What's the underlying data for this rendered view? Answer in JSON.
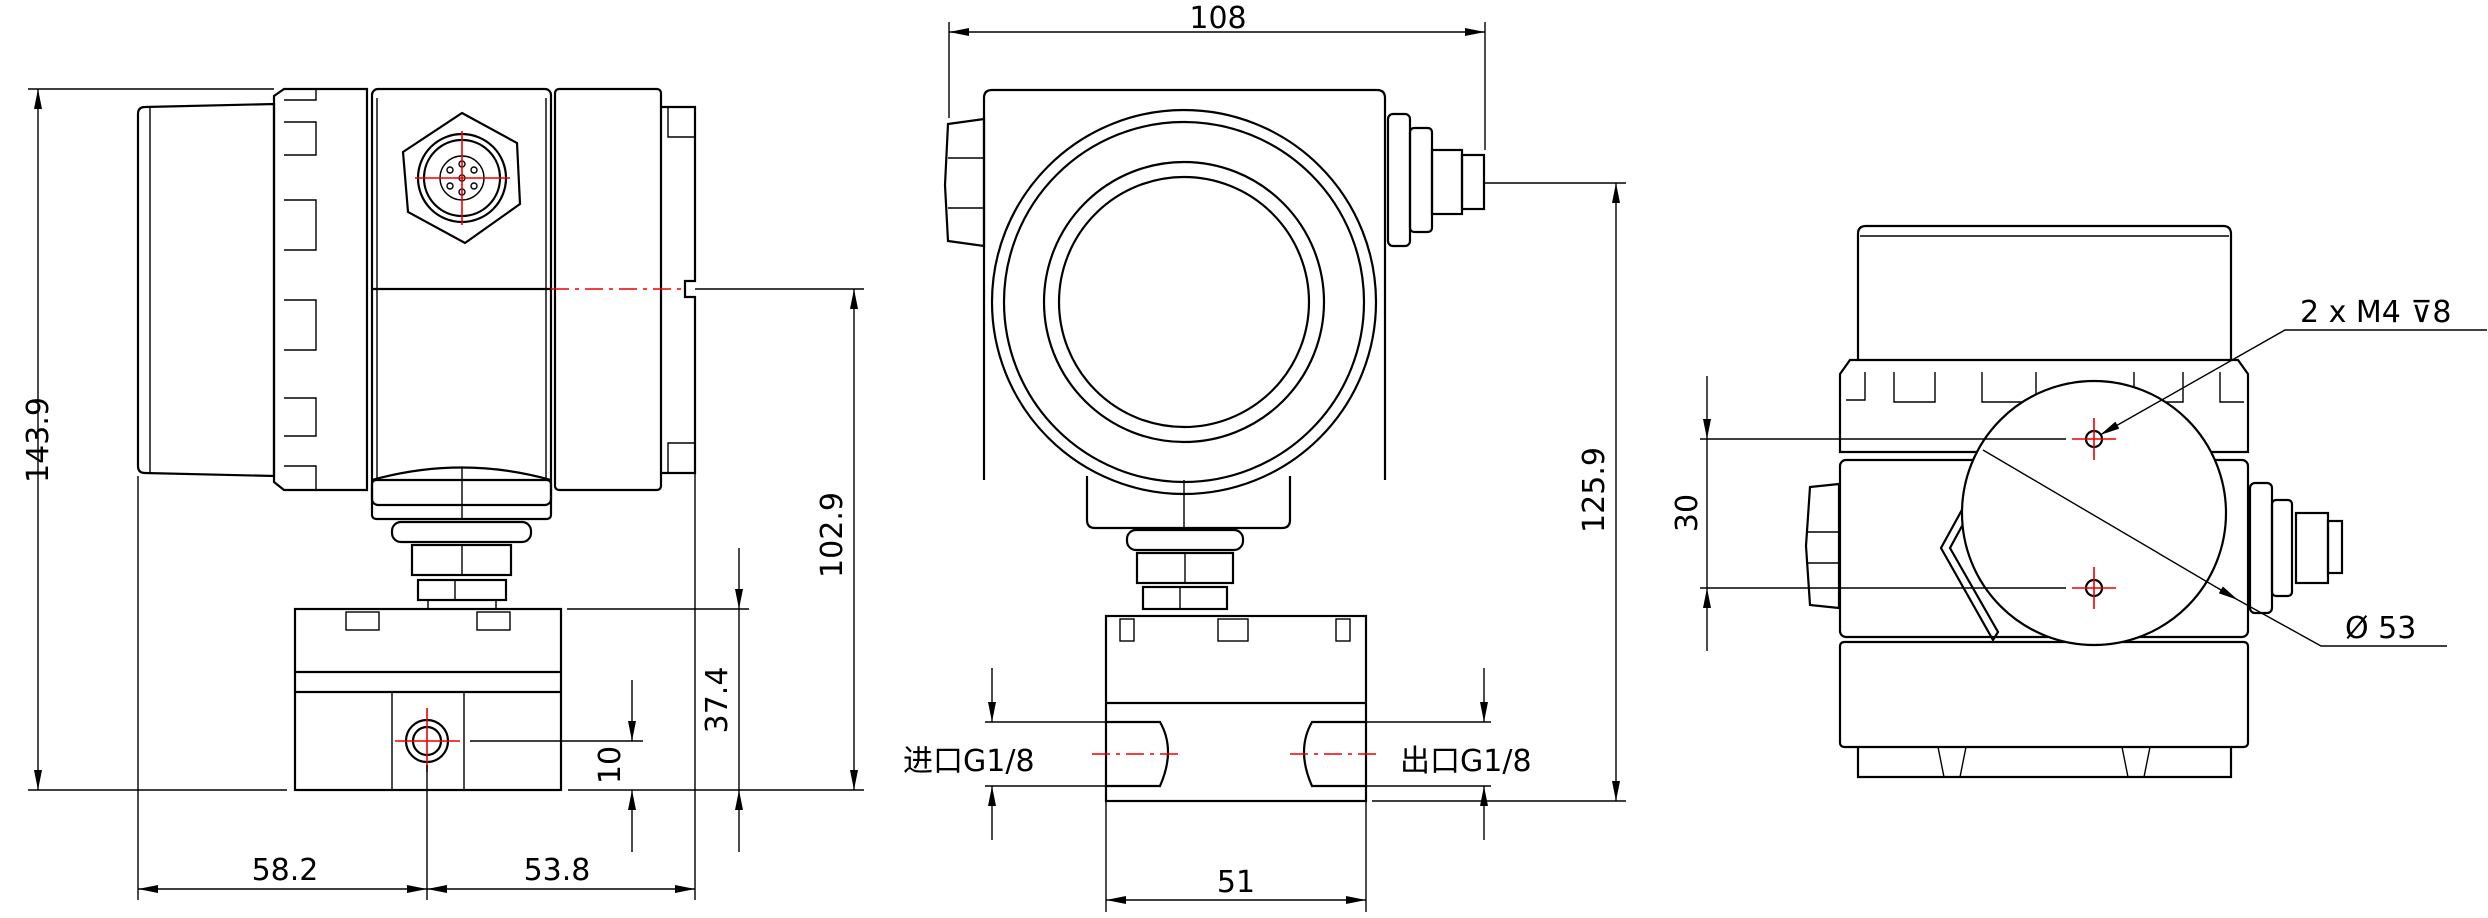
{
  "colors": {
    "line": "#000000",
    "centerline": "#e00000",
    "background": "#ffffff"
  },
  "side_view": {
    "dim_total_height": "143.9",
    "dim_center_height": "102.9",
    "dim_block_height": "37.4",
    "dim_port_height": "10",
    "dim_left_width": "58.2",
    "dim_right_width": "53.8"
  },
  "front_view": {
    "dim_width": "108",
    "dim_height": "125.9",
    "dim_block_width": "51",
    "inlet_label": "进口G1/8",
    "outlet_label": "出口G1/8"
  },
  "top_view": {
    "dim_hole_spacing": "30",
    "thread_callout": "2 x M4",
    "thread_depth_symbol": "⊽",
    "thread_depth": "8",
    "diameter_symbol": "Ø",
    "diameter_value": "53"
  }
}
